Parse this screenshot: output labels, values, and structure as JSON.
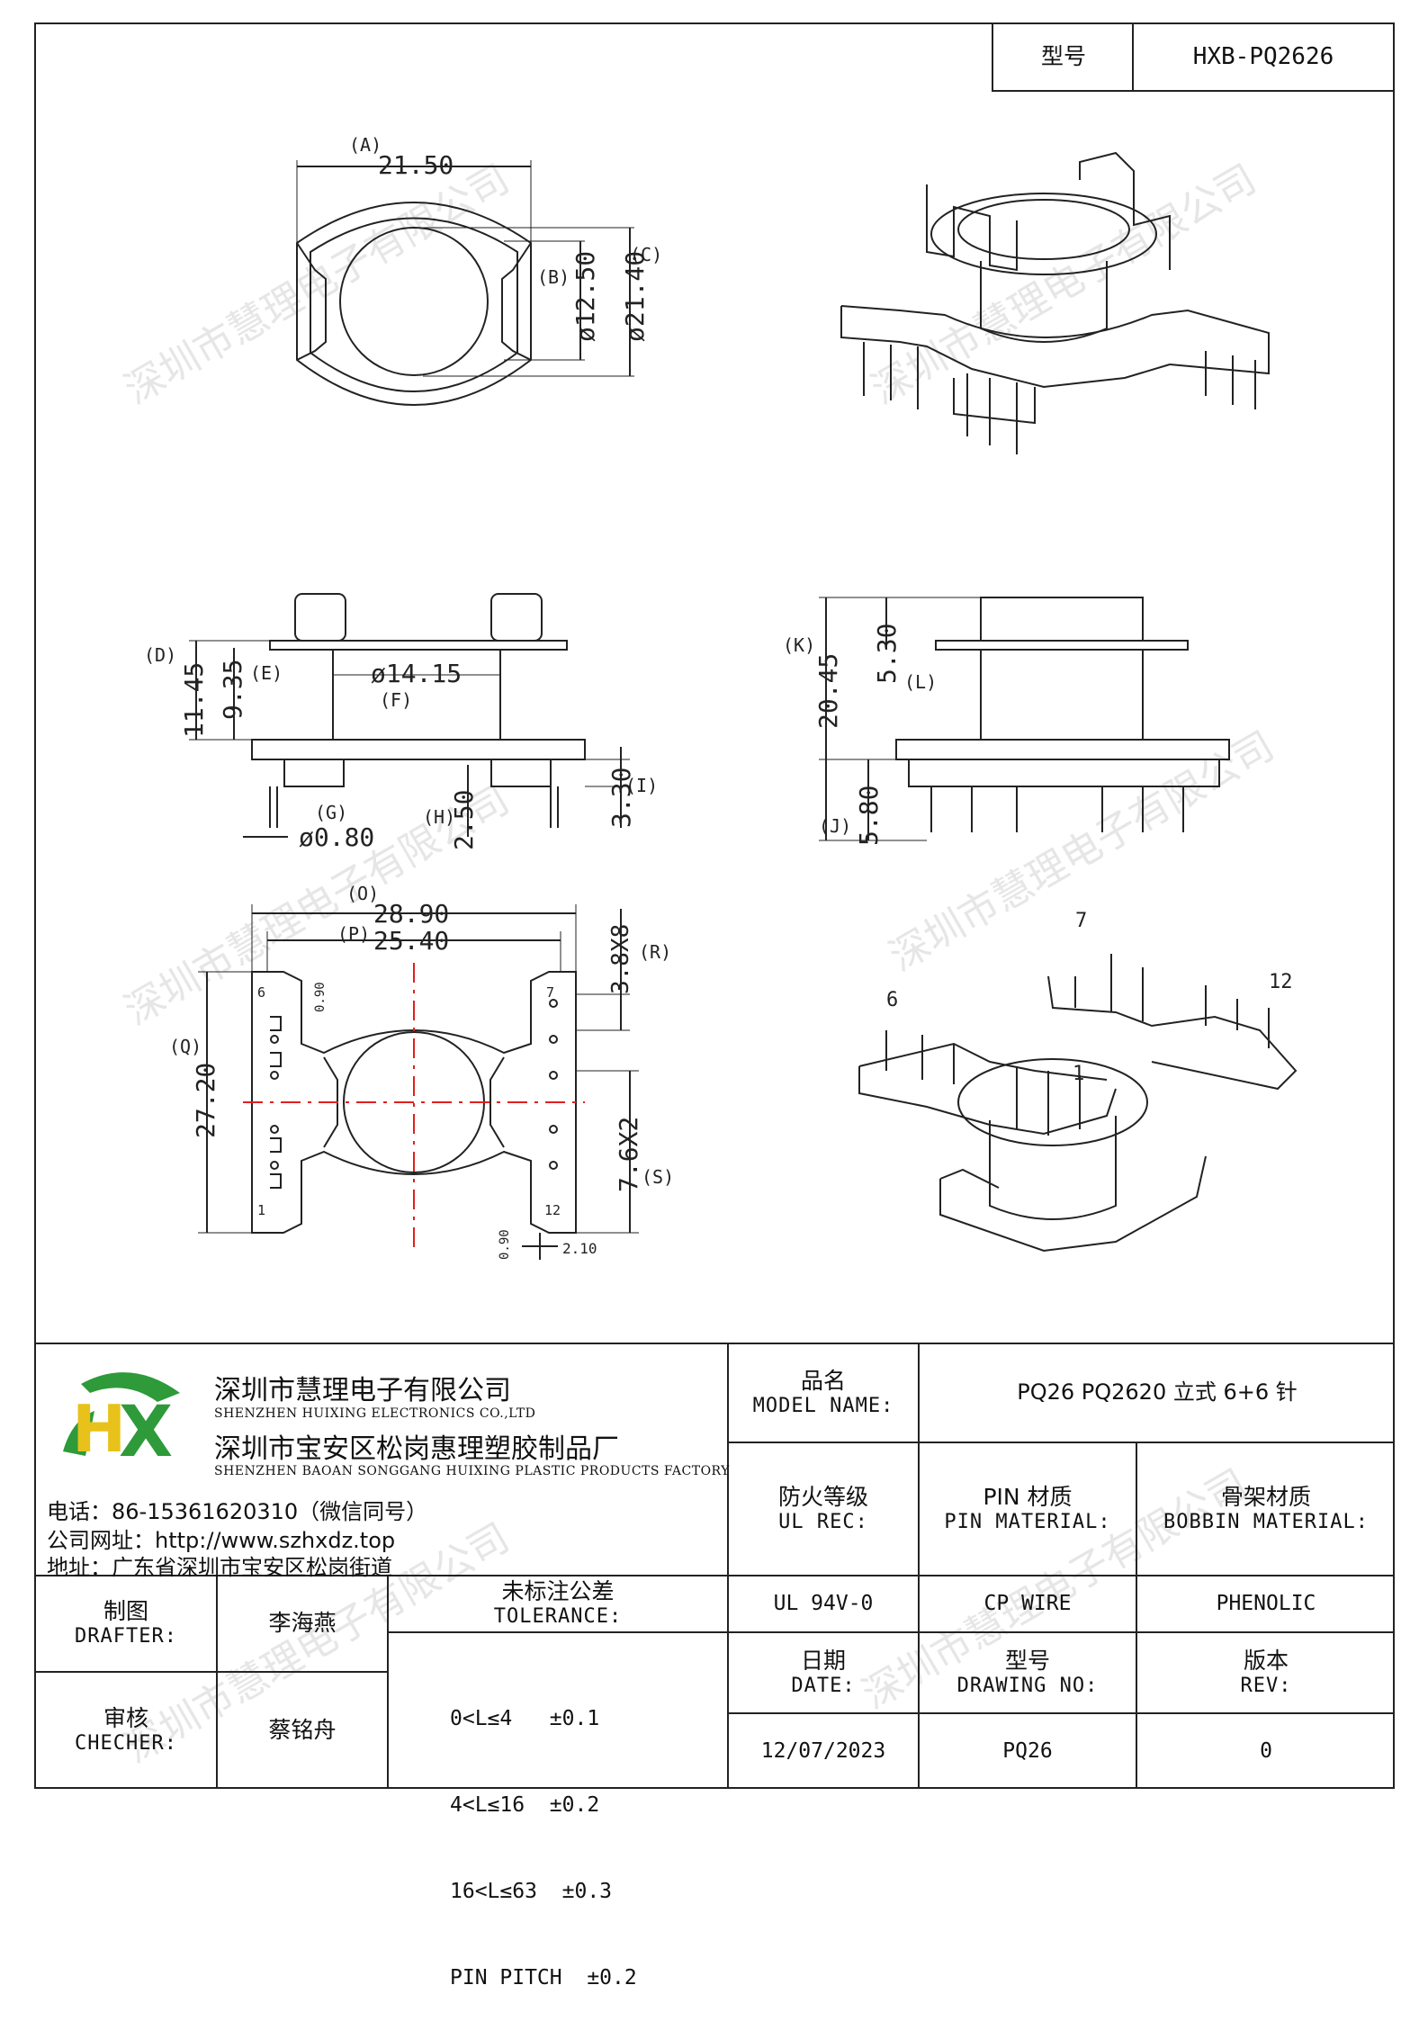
{
  "header": {
    "model_label": "型号",
    "model_value": "HXB-PQ2626"
  },
  "watermark": "深圳市慧理电子有限公司",
  "dimensions": {
    "A": "(A)",
    "A_val": "21.50",
    "B": "(B)",
    "B_val": "ø12.50",
    "C": "(C)",
    "C_val": "ø21.40",
    "D": "(D)",
    "D_val": "11.45",
    "E": "(E)",
    "E_val": "9.35",
    "F": "(F)",
    "F_val": "ø14.15",
    "G": "(G)",
    "G_val": "ø0.80",
    "H": "(H)",
    "H_val": "2.50",
    "I": "(I)",
    "I_val": "3.30",
    "K": "(K)",
    "K_val": "20.45",
    "L": "(L)",
    "L_val": "5.30",
    "J": "(J)",
    "J_val": "5.80",
    "O": "(O)",
    "O_val": "28.90",
    "P": "(P)",
    "P_val": "25.40",
    "R": "(R)",
    "R_val": "3.8X8",
    "Q": "(Q)",
    "Q_val": "27.20",
    "S": "(S)",
    "S_val": "7.6X2",
    "small_090a": "0.90",
    "small_090b": "0.90",
    "small_210": "2.10"
  },
  "pins": {
    "p6": "6",
    "p7": "7",
    "p1": "1",
    "p12": "12"
  },
  "iso_pins": {
    "p7": "7",
    "p12": "12",
    "p6": "6",
    "p1": "1"
  },
  "company": {
    "logo_letters": "HX",
    "name_zh": "深圳市慧理电子有限公司",
    "name_en": "SHENZHEN HUIXING ELECTRONICS CO.,LTD",
    "factory_zh": "深圳市宝安区松岗惠理塑胶制品厂",
    "factory_en": "SHENZHEN BAOAN SONGGANG HUIXING PLASTIC PRODUCTS FACTORY",
    "phone": "电话：86-15361620310（微信同号）",
    "website": "公司网址：http://www.szhxdz.top",
    "address": "地址：广东省深圳市宝安区松岗街道"
  },
  "title_block": {
    "model_name_zh": "品名",
    "model_name_en": "MODEL NAME:",
    "model_name_value": "PQ26 PQ2620  立式 6+6 针",
    "ul_zh": "防火等级",
    "ul_en": "UL REC:",
    "pin_zh": "PIN 材质",
    "pin_en": "PIN MATERIAL:",
    "bobbin_zh": "骨架材质",
    "bobbin_en": "BOBBIN MATERIAL:",
    "ul_value": "UL 94V-0",
    "pin_value": "CP WIRE",
    "bobbin_value": "PHENOLIC",
    "drafter_zh": "制图",
    "drafter_en": "DRAFTER:",
    "drafter_value": "李海燕",
    "checker_zh": "审核",
    "checker_en": "CHECHER:",
    "checker_value": "蔡铭舟",
    "tolerance_zh": "未标注公差",
    "tolerance_en": "TOLERANCE:",
    "tolerance_lines": [
      "0<L≤4   ±0.1",
      "4<L≤16  ±0.2",
      "16<L≤63  ±0.3",
      "PIN PITCH  ±0.2"
    ],
    "date_zh": "日期",
    "date_en": "DATE:",
    "date_value": "12/07/2023",
    "drawing_zh": "型号",
    "drawing_en": "DRAWING NO:",
    "drawing_value": "PQ26",
    "rev_zh": "版本",
    "rev_en": "REV:",
    "rev_value": "0"
  },
  "colors": {
    "line": "#222222",
    "center_line": "#e02020",
    "logo_green": "#2e9a3a",
    "logo_yellow": "#e8c21a",
    "watermark": "#e6e6e6"
  }
}
